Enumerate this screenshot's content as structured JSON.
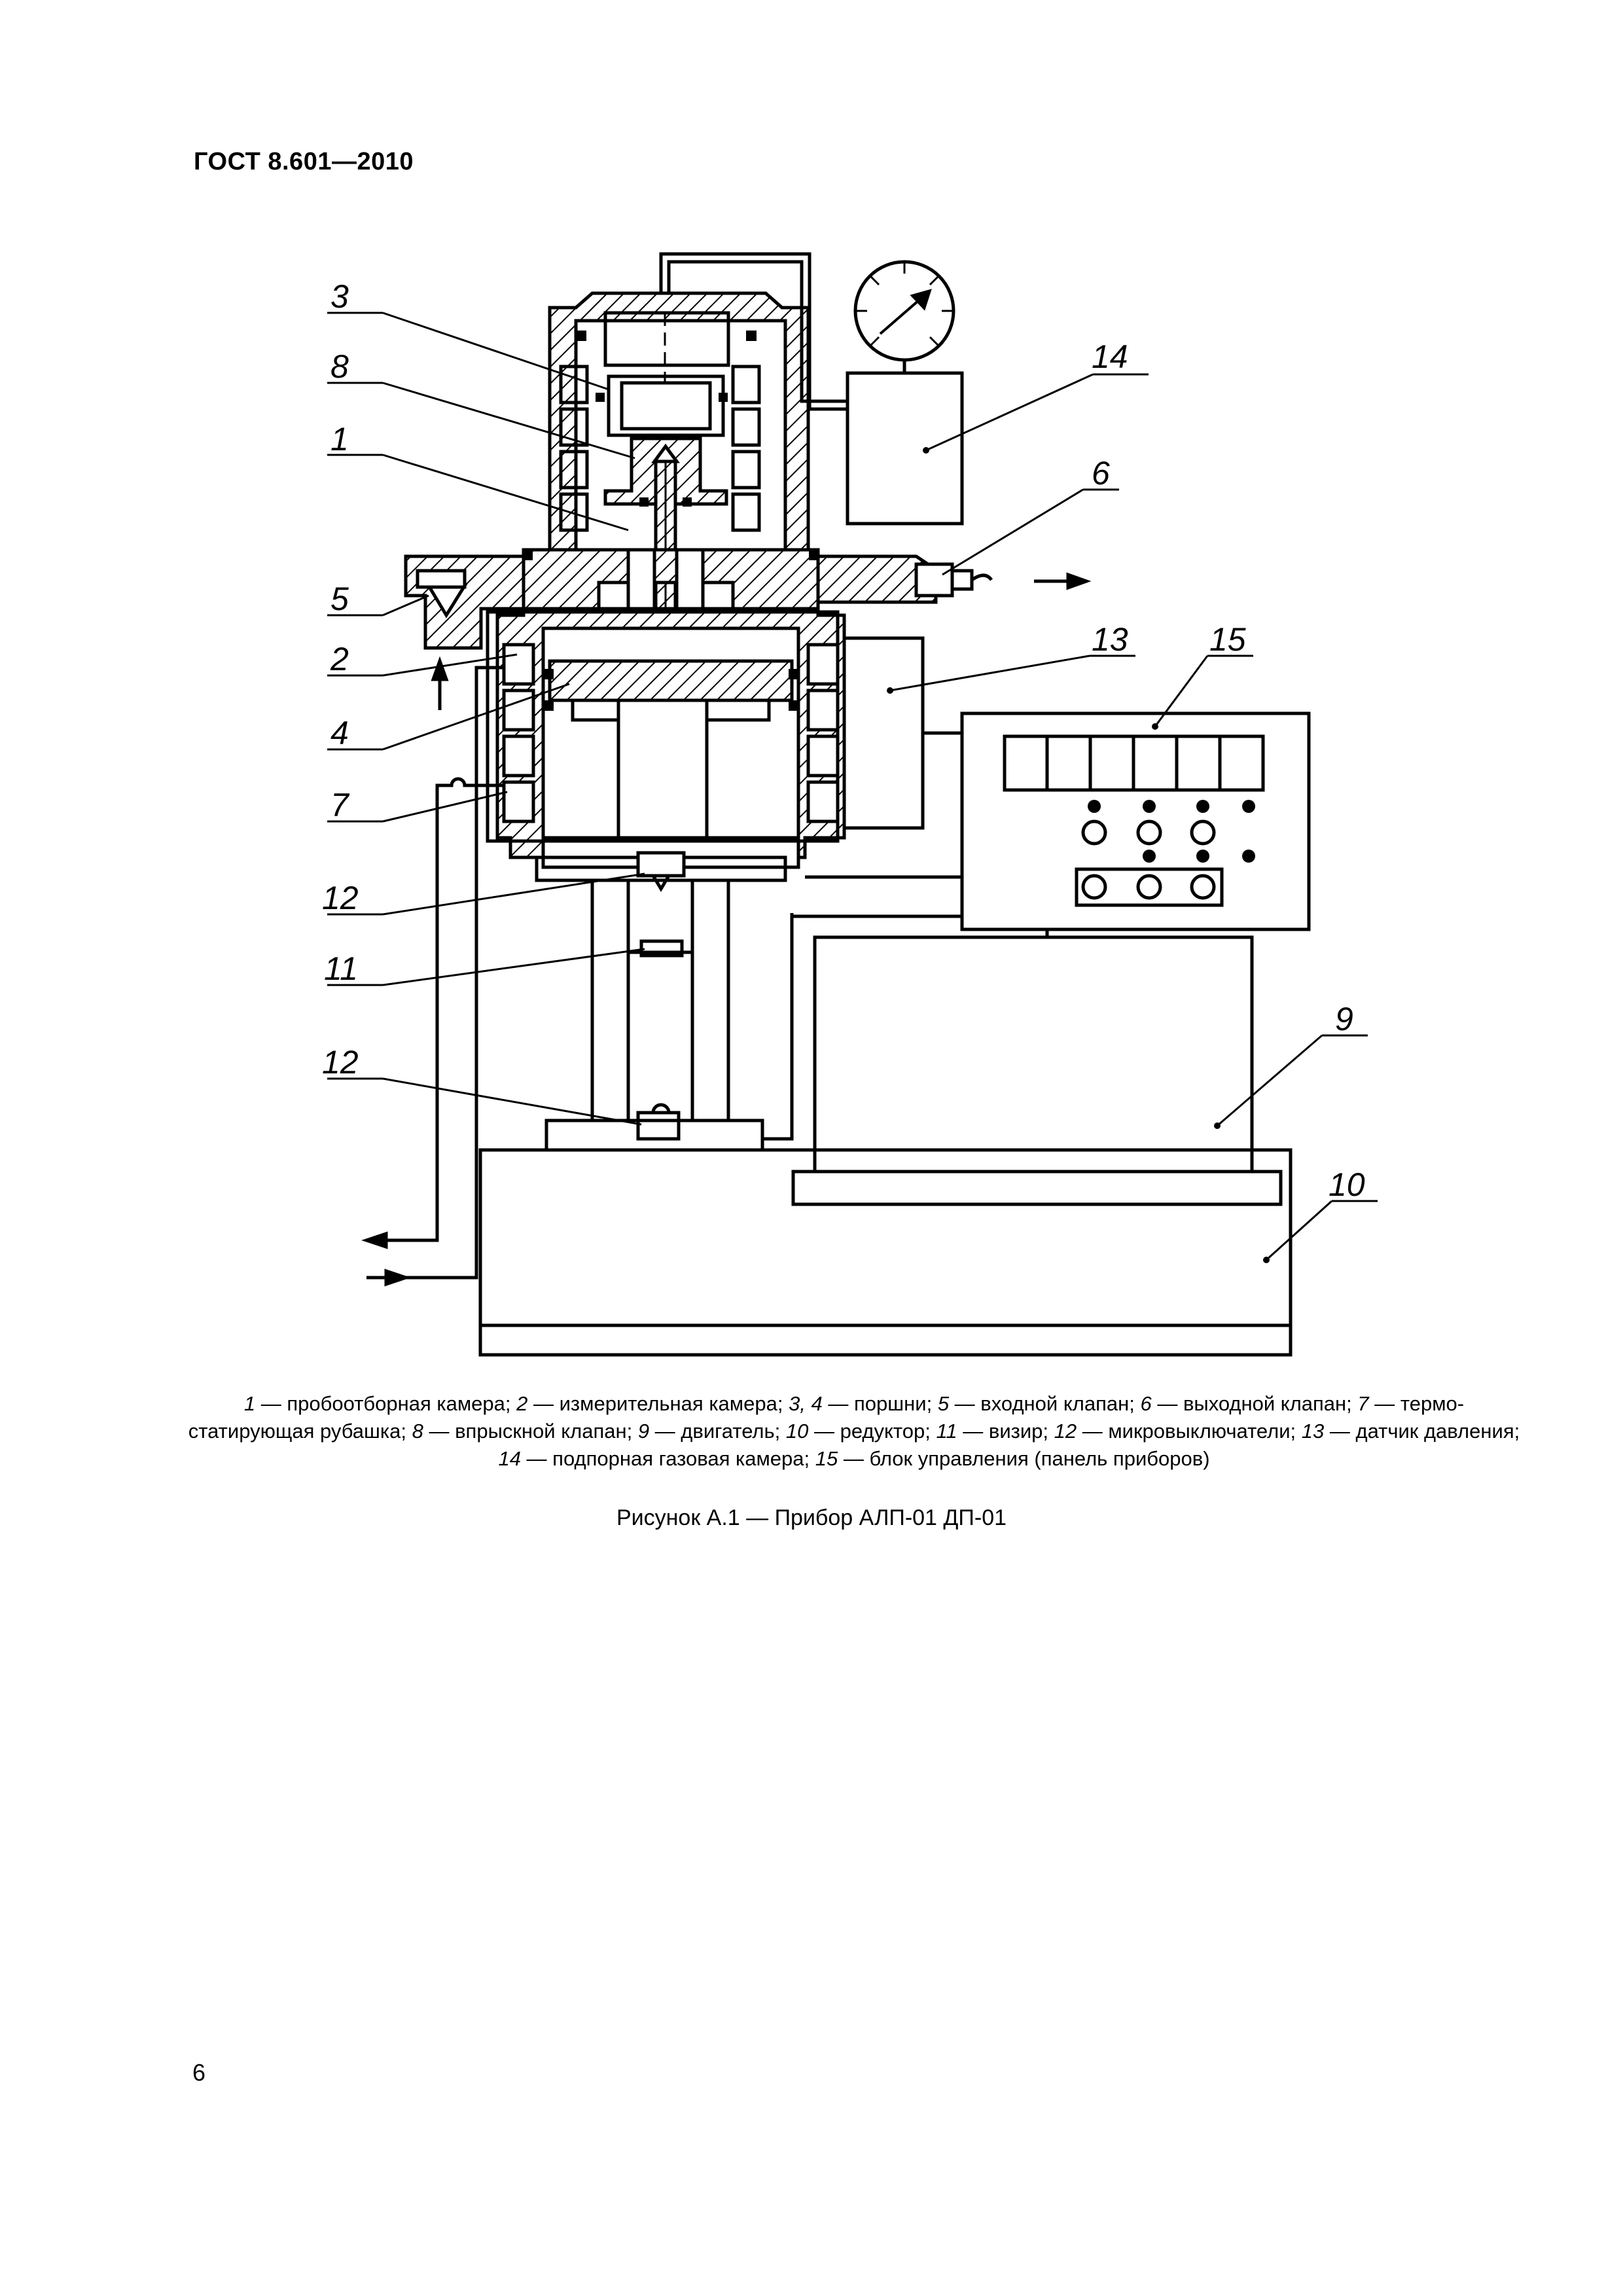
{
  "header": {
    "doc_id": "ГОСТ 8.601—2010"
  },
  "figure": {
    "labels": [
      "1",
      "2",
      "3",
      "4",
      "5",
      "6",
      "7",
      "8",
      "9",
      "10",
      "11",
      "12",
      "12",
      "13",
      "14",
      "15"
    ]
  },
  "legend": [
    {
      "n": "1",
      "t": " — пробоотборная камера; "
    },
    {
      "n": "2",
      "t": " — измерительная камера; "
    },
    {
      "n": "3, 4",
      "t": " — поршни; "
    },
    {
      "n": "5",
      "t": " — входной клапан; "
    },
    {
      "n": "6",
      "t": " — выходной клапан; "
    },
    {
      "n": "7",
      "t": " — термо-статирующая рубашка; "
    },
    {
      "n": "8",
      "t": " — впрыскной клапан; "
    },
    {
      "n": "9",
      "t": " — двигатель; "
    },
    {
      "n": "10",
      "t": " — редуктор; "
    },
    {
      "n": "11",
      "t": " — визир; "
    },
    {
      "n": "12",
      "t": " — микровыключатели; "
    },
    {
      "n": "13",
      "t": " — датчик давления; "
    },
    {
      "n": "14",
      "t": " — подпорная газовая камера; "
    },
    {
      "n": "15",
      "t": " — блок управления (панель приборов)"
    }
  ],
  "caption": "Рисунок А.1 — Прибор АЛП-01 ДП-01",
  "page_number": "6"
}
